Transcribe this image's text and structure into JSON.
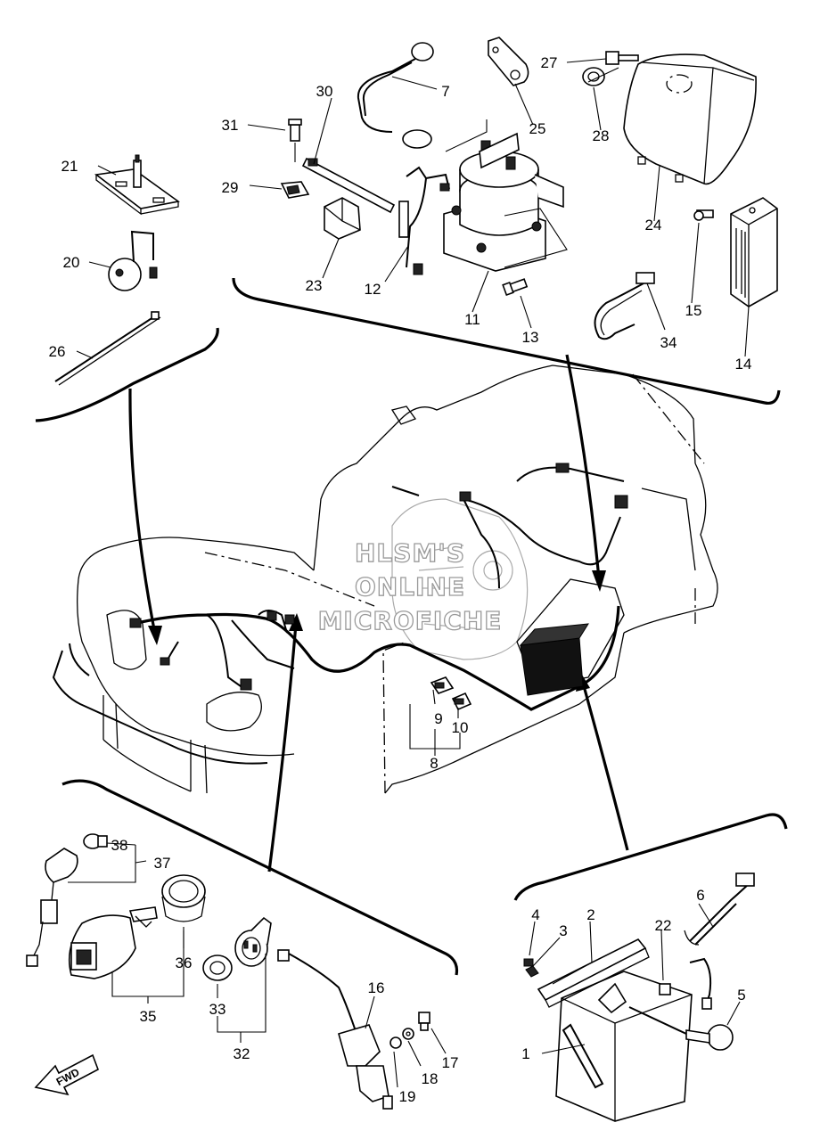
{
  "watermark": {
    "line1": "HLSM'S",
    "line2": "ONLINE",
    "line3": "MICROFICHE"
  },
  "direction_badge": "FWD",
  "callouts": {
    "p1": "1",
    "p2": "2",
    "p3": "3",
    "p4": "4",
    "p5": "5",
    "p6": "6",
    "p7": "7",
    "p8": "8",
    "p9": "9",
    "p10": "10",
    "p11": "11",
    "p12": "12",
    "p13": "13",
    "p14": "14",
    "p15": "15",
    "p16": "16",
    "p17": "17",
    "p18": "18",
    "p19": "19",
    "p20": "20",
    "p21": "21",
    "p22": "22",
    "p23": "23",
    "p24": "24",
    "p25": "25",
    "p26": "26",
    "p27": "27",
    "p28": "28",
    "p29": "29",
    "p30": "30",
    "p31": "31",
    "p32": "32",
    "p33": "33",
    "p34": "34",
    "p35": "35",
    "p36": "36",
    "p37": "37",
    "p38": "38"
  }
}
